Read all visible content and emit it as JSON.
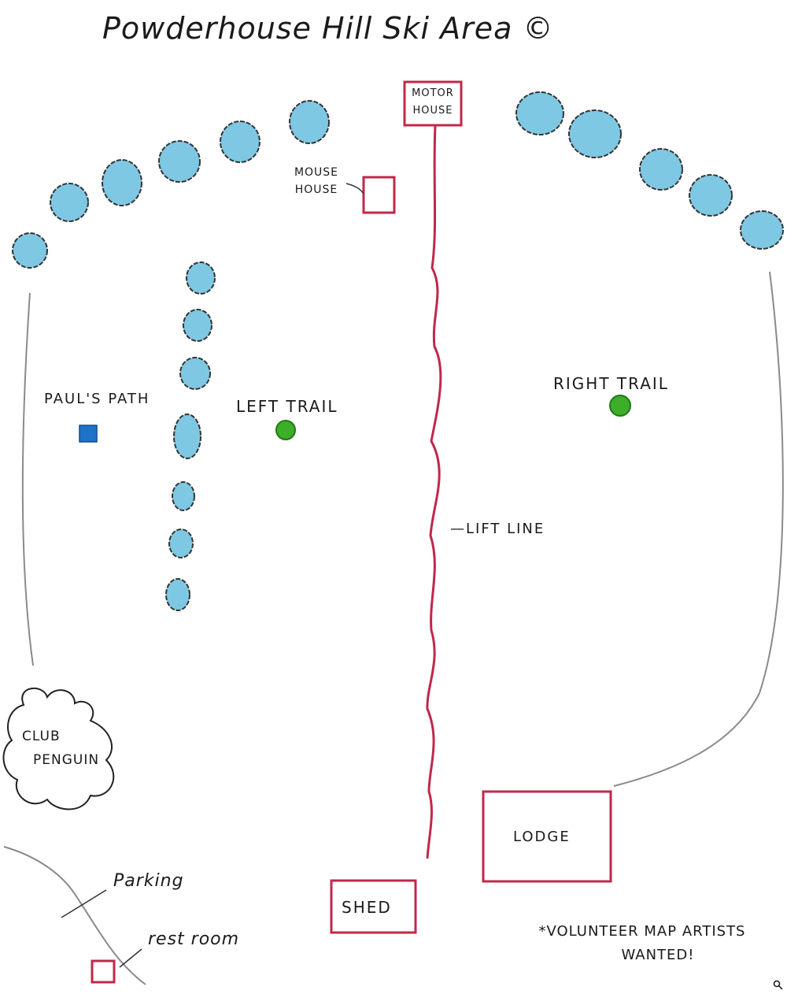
{
  "title": "Powderhouse Hill Ski Area ©",
  "labels": {
    "motor_house": [
      "MOTOR",
      "HOUSE"
    ],
    "mouse_house": [
      "MOUSE",
      "HOUSE"
    ],
    "pauls_path": "PAUL'S PATH",
    "left_trail": "LEFT TRAIL",
    "right_trail": "RIGHT TRAIL",
    "lift_line": "—LIFT LINE",
    "club_penguin": [
      "CLUB",
      "PENGUIN"
    ],
    "lodge": "LODGE",
    "shed": "SHED",
    "parking": "Parking",
    "restroom": "rest room",
    "volunteer": [
      "*VOLUNTEER MAP ARTISTS",
      "WANTED!"
    ]
  },
  "colors": {
    "building": "#c0284a",
    "tree": "#7ec8e3",
    "trail_dot": "#3cae2a",
    "path_square": "#1e73c8",
    "boundary": "#8a8a8a"
  },
  "icons": {
    "tree": "tree-icon",
    "trail": "green-circle-icon",
    "path": "blue-square-icon",
    "zoom": "magnifier-icon"
  }
}
